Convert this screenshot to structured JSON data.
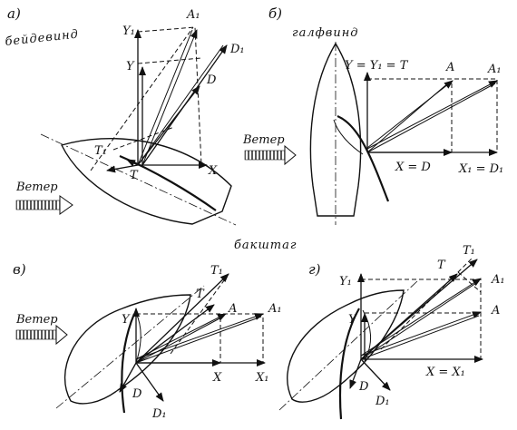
{
  "captions": {
    "a": "а)",
    "b": "б)",
    "v": "в)",
    "g": "г)",
    "beidewind": "бейдевинд",
    "galfwind": "галфвинд",
    "bakshtag": "бакштаг"
  },
  "wind_label": "Ветер",
  "panel_a": {
    "labels": [
      "A₁",
      "Y₁",
      "D₁",
      "Y",
      "D",
      "T₁",
      "T",
      "X"
    ]
  },
  "panel_b": {
    "labels": [
      "Y = Y₁ = T",
      "A",
      "A₁",
      "X = D",
      "X₁ = D₁"
    ]
  },
  "panel_v": {
    "labels": [
      "T₁",
      "T",
      "A",
      "A₁",
      "Y",
      "X",
      "X₁",
      "D",
      "D₁"
    ]
  },
  "panel_g": {
    "labels": [
      "Y₁",
      "T",
      "T₁",
      "A₁",
      "A",
      "Y",
      "X = X₁",
      "D",
      "D₁"
    ]
  }
}
